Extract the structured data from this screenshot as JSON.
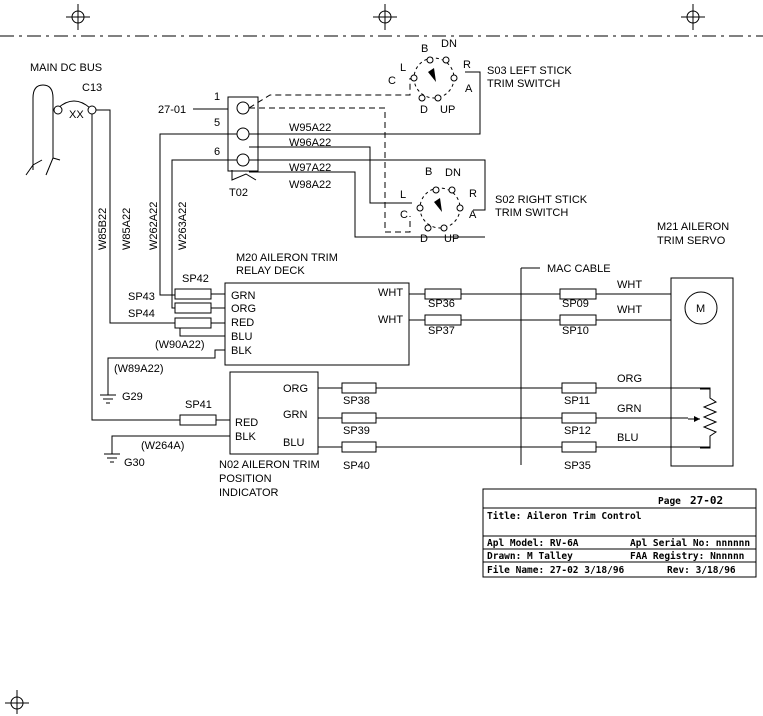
{
  "bus": {
    "label": "MAIN DC BUS",
    "breaker": "C13",
    "breaker_mark": "XX"
  },
  "terminal": {
    "ref": "27-01",
    "pins": [
      "1",
      "5",
      "6"
    ],
    "name": "T02"
  },
  "wires": {
    "w95": "W95A22",
    "w96": "W96A22",
    "w97": "W97A22",
    "w98": "W98A22",
    "w85b": "W85B22",
    "w85a": "W85A22",
    "w262": "W262A22",
    "w263": "W263A22",
    "w90": "(W90A22)",
    "w89": "(W89A22)",
    "w264": "(W264A)"
  },
  "s03": {
    "line1": "S03 LEFT STICK",
    "line2": "TRIM SWITCH",
    "b": "B",
    "dn": "DN",
    "l": "L",
    "r": "R",
    "c": "C",
    "a": "A",
    "d": "D",
    "up": "UP"
  },
  "s02": {
    "line1": "S02 RIGHT STICK",
    "line2": "TRIM SWITCH",
    "b": "B",
    "dn": "DN",
    "l": "L",
    "r": "R",
    "c": "C",
    "a": "A",
    "d": "D",
    "up": "UP"
  },
  "m20": {
    "line1": "M20 AILERON TRIM",
    "line2": "RELAY DECK",
    "grn": "GRN",
    "org": "ORG",
    "red": "RED",
    "blu": "BLU",
    "blk": "BLK",
    "wht1": "WHT",
    "wht2": "WHT"
  },
  "n02": {
    "line1": "N02 AILERON TRIM",
    "line2": "POSITION",
    "line3": "INDICATOR",
    "org": "ORG",
    "grn": "GRN",
    "blu": "BLU",
    "red": "RED",
    "blk": "BLK"
  },
  "m21": {
    "line1": "M21 AILERON",
    "line2": "TRIM SERVO",
    "motor": "M"
  },
  "mac": {
    "label": "MAC CABLE"
  },
  "splices": {
    "sp42": "SP42",
    "sp43": "SP43",
    "sp44": "SP44",
    "sp36": "SP36",
    "sp37": "SP37",
    "sp09": "SP09",
    "sp10": "SP10",
    "sp41": "SP41",
    "sp38": "SP38",
    "sp39": "SP39",
    "sp40": "SP40",
    "sp11": "SP11",
    "sp12": "SP12",
    "sp35": "SP35"
  },
  "grounds": {
    "g29": "G29",
    "g30": "G30"
  },
  "servo_wires": {
    "wht1": "WHT",
    "wht2": "WHT",
    "org": "ORG",
    "grn": "GRN",
    "blu": "BLU"
  },
  "titleblock": {
    "page_label": "Page",
    "page_num": "27-02",
    "title": "Title: Aileron Trim Control",
    "model": "Apl Model: RV-6A",
    "serial": "Apl Serial No: nnnnnn",
    "drawn": "Drawn: M Talley",
    "registry": "FAA Registry: Nnnnnn",
    "file": "File Name: 27-02 3/18/96",
    "rev": "Rev: 3/18/96"
  }
}
